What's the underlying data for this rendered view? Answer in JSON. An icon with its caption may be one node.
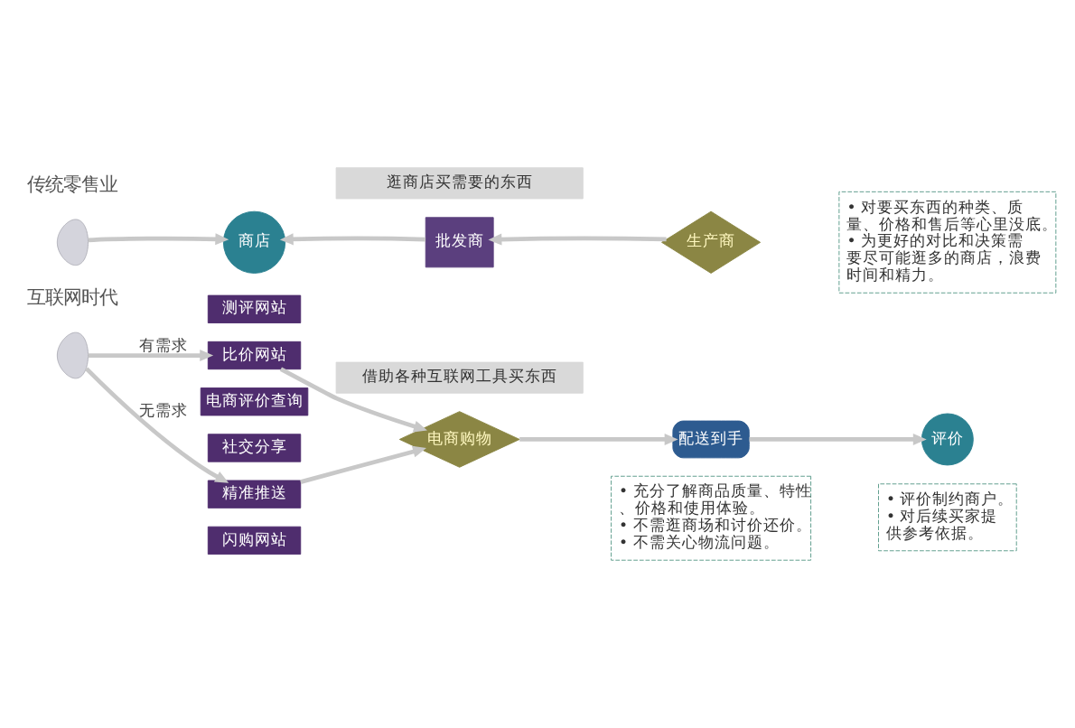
{
  "diagram": {
    "nodes": [
      {
        "text": [
          "逛商店买需要的东西"
        ]
      },
      {
        "text": [],
        "shape": "person"
      },
      {
        "text": [
          "商店"
        ]
      },
      {
        "text": [
          "批发商"
        ]
      },
      {
        "text": [
          "生产商"
        ]
      },
      {
        "text": [
          "• 对要买东西的种类、质量、价格和售后等心里没底。",
          "• 为更好的对比和决策需要尽可能逛多的商店，浪费时间和精力。"
        ]
      },
      {
        "text": [
          "借助各种互联网工具买东西"
        ]
      },
      {
        "text": [],
        "shape": "person"
      },
      {
        "text": [
          "测评网站"
        ]
      },
      {
        "text": [
          "比价网站"
        ]
      },
      {
        "text": [
          "电商评价查询"
        ]
      },
      {
        "text": [
          "社交分享"
        ]
      },
      {
        "text": [
          "精准推送"
        ]
      },
      {
        "text": [
          "闪购网站"
        ]
      },
      {
        "text": [
          "电商购物"
        ]
      },
      {
        "text": [
          "配送到手"
        ]
      },
      {
        "text": [
          "评价"
        ]
      },
      {
        "text": [
          "• 充分了解商品质量、特性、价格和使用体验。",
          "• 不需逛商场和讨价还价。",
          "• 不需关心物流问题。"
        ]
      },
      {
        "text": [
          "• 评价制约商户。",
          "• 对后续买家提供参考依据。"
        ]
      }
    ],
    "edges": [
      {
        "from": 1,
        "to": 2,
        "arrow": "to"
      },
      {
        "from": 3,
        "to": 2,
        "arrow": "to"
      },
      {
        "from": 4,
        "to": 3,
        "arrow": "to"
      },
      {
        "from": 7,
        "to": 9,
        "arrow": "to",
        "label": "有需求"
      },
      {
        "from": 7,
        "to": 12,
        "arrow": "to",
        "label": "无需求"
      },
      {
        "from": 9,
        "to": 14,
        "arrow": "to"
      },
      {
        "from": 12,
        "to": 14,
        "arrow": "to"
      },
      {
        "from": 14,
        "to": 15,
        "arrow": "to"
      },
      {
        "from": 15,
        "to": 16,
        "arrow": "to"
      }
    ],
    "labels": [
      "传统零售业",
      "互联网时代"
    ]
  }
}
